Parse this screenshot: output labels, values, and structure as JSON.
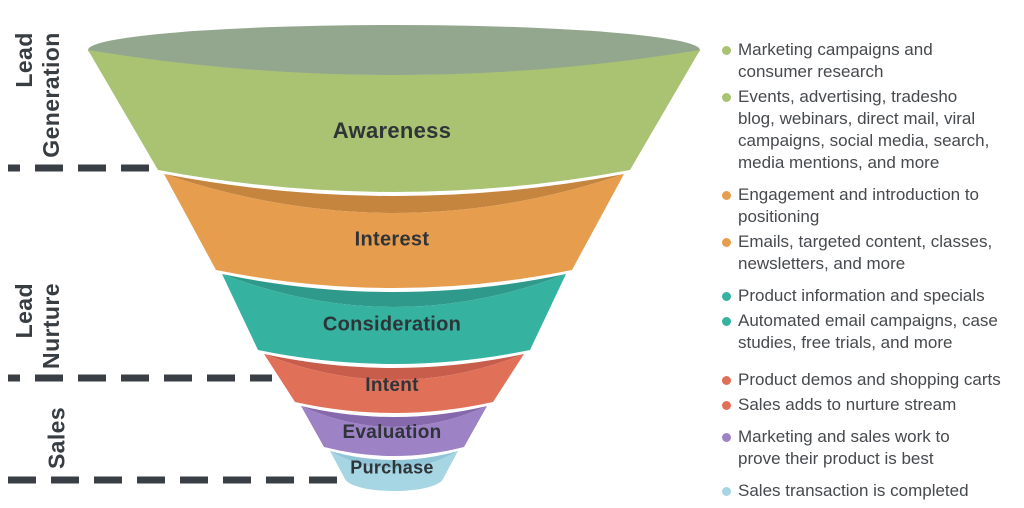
{
  "theme": {
    "ink": "#3a3f45",
    "note_text_color": "#46494d",
    "background": "#ffffff"
  },
  "funnel": {
    "top_surface_color": "#93a78f",
    "stages": [
      {
        "label": "Awareness",
        "color": "#a9c372",
        "lip_color": "#93a78f"
      },
      {
        "label": "Interest",
        "color": "#e79d4e",
        "lip_color": "#c6853e"
      },
      {
        "label": "Consideration",
        "color": "#35b2a0",
        "lip_color": "#2f9a8b"
      },
      {
        "label": "Intent",
        "color": "#e17059",
        "lip_color": "#c75d4a"
      },
      {
        "label": "Evaluation",
        "color": "#9d82c5",
        "lip_color": "#8669ac"
      },
      {
        "label": "Purchase",
        "color": "#a6d5e3",
        "lip_color": "#8fc5d7"
      }
    ]
  },
  "phases": [
    {
      "label": "Lead\nGeneration"
    },
    {
      "label": "Lead\nNurture"
    },
    {
      "label": "Sales"
    }
  ],
  "notes": [
    {
      "color": "#a9c372",
      "items": [
        {
          "lines": [
            "Marketing campaigns and",
            "consumer research"
          ]
        },
        {
          "lines": [
            "Events, advertising, tradesho",
            "blog, webinars, direct mail, viral",
            "campaigns, social media, search,",
            "media mentions, and more"
          ]
        }
      ]
    },
    {
      "color": "#e79d4e",
      "items": [
        {
          "lines": [
            "Engagement and introduction to",
            "positioning"
          ]
        },
        {
          "lines": [
            "Emails, targeted content, classes,",
            "newsletters, and more"
          ]
        }
      ]
    },
    {
      "color": "#35b2a0",
      "items": [
        {
          "lines": [
            "Product information and specials"
          ]
        },
        {
          "lines": [
            "Automated email campaigns, case",
            "studies, free trials, and more"
          ]
        }
      ]
    },
    {
      "color": "#e17059",
      "items": [
        {
          "lines": [
            "Product demos and shopping carts"
          ]
        },
        {
          "lines": [
            "Sales adds to nurture stream"
          ]
        }
      ]
    },
    {
      "color": "#9d82c5",
      "items": [
        {
          "lines": [
            "Marketing and sales work to",
            "prove their product is best"
          ]
        }
      ]
    },
    {
      "color": "#a6d5e3",
      "items": [
        {
          "lines": [
            "Sales transaction is completed"
          ]
        }
      ]
    }
  ]
}
